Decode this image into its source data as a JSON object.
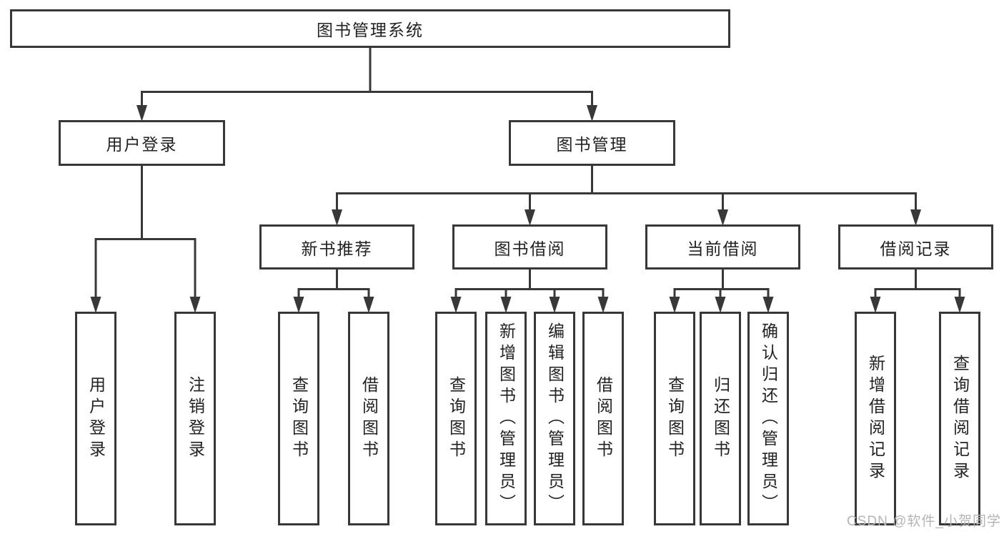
{
  "colors": {
    "line": "#383838",
    "border": "#383838",
    "text": "#222222",
    "background": "#ffffff",
    "watermark": "#b4b4b4"
  },
  "diagram": {
    "root": {
      "label": "图书管理系统"
    },
    "user_login": {
      "label": "用户登录",
      "children": [
        {
          "label": "用户登录"
        },
        {
          "label": "注销登录"
        }
      ]
    },
    "book_mgmt": {
      "label": "图书管理",
      "sections": [
        {
          "label": "新书推荐",
          "children": [
            {
              "label": "查询图书"
            },
            {
              "label": "借阅图书"
            }
          ]
        },
        {
          "label": "图书借阅",
          "children": [
            {
              "label": "查询图书"
            },
            {
              "label": "新增图书（管理员）"
            },
            {
              "label": "编辑图书（管理员）"
            },
            {
              "label": "借阅图书"
            }
          ]
        },
        {
          "label": "当前借阅",
          "children": [
            {
              "label": "查询图书"
            },
            {
              "label": "归还图书"
            },
            {
              "label": "确认归还（管理员）"
            }
          ]
        },
        {
          "label": "借阅记录",
          "children": [
            {
              "label": "新增借阅记录"
            },
            {
              "label": "查询借阅记录"
            }
          ]
        }
      ]
    }
  },
  "watermark": {
    "text": "CSDN @软件_小贺同学"
  }
}
